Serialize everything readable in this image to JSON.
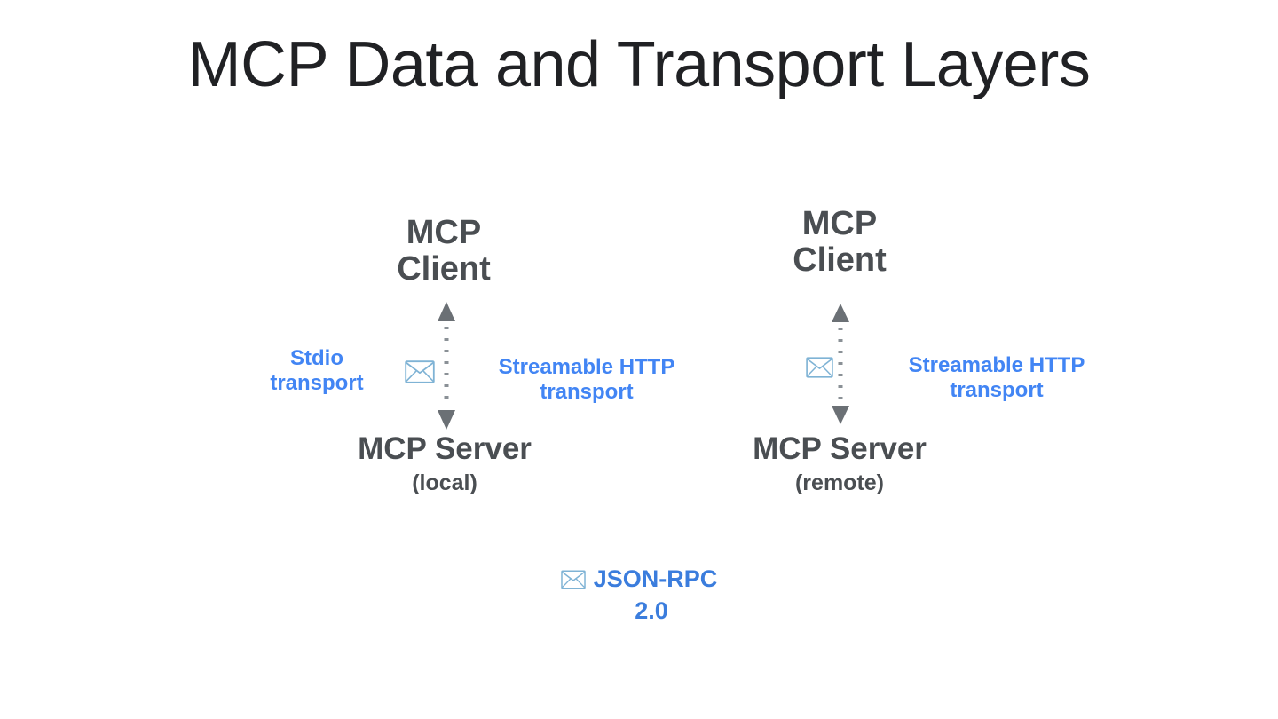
{
  "slide": {
    "title": "MCP Data and Transport Layers",
    "background_color": "#ffffff",
    "title_color": "#202124",
    "node_color": "#4a4e52",
    "accent_blue": "#4285f4",
    "legend_blue": "#3b7ddd",
    "connector_gray": "#6b7075",
    "envelope_stroke": "#7fb3d5"
  },
  "groups": [
    {
      "id": "local",
      "client_label": "MCP\nClient",
      "server_label": "MCP Server",
      "server_sublabel": "(local)",
      "left_transport_label": "Stdio\ntransport",
      "right_transport_label": "Streamable HTTP\ntransport",
      "envelope_icon": "envelope-icon",
      "connector_icon": "dotted-double-arrow-icon"
    },
    {
      "id": "remote",
      "client_label": "MCP\nClient",
      "server_label": "MCP Server",
      "server_sublabel": "(remote)",
      "left_transport_label": "",
      "right_transport_label": "Streamable HTTP\ntransport",
      "envelope_icon": "envelope-icon",
      "connector_icon": "dotted-double-arrow-icon"
    }
  ],
  "legend": {
    "icon": "envelope-icon",
    "line1": "JSON-RPC",
    "line2": "2.0"
  }
}
